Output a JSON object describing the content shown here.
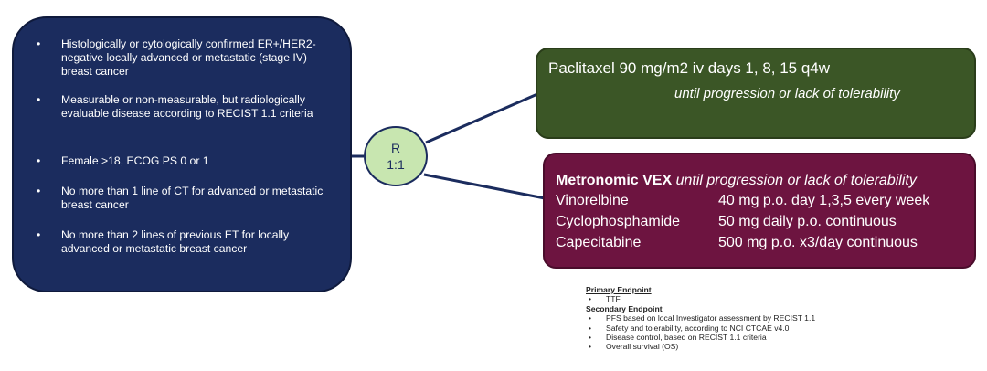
{
  "criteria": [
    "Histologically or cytologically confirmed ER+/HER2-negative locally advanced or metastatic (stage IV) breast cancer",
    "Measurable or non-measurable, but radiologically evaluable disease according to RECIST 1.1 criteria",
    "Female >18, ECOG PS 0 or 1",
    "No more than 1 line of CT for advanced or metastatic breast cancer",
    "No more than 2 lines of previous ET for locally advanced or metastatic breast cancer"
  ],
  "bullet": "•",
  "randomization": {
    "line1": "R",
    "line2": "1:1"
  },
  "arm_a": {
    "regimen": "Paclitaxel 90 mg/m2 iv days 1, 8, 15 q4w",
    "duration": "until progression or lack of tolerability"
  },
  "arm_b": {
    "title": "Metronomic VEX",
    "duration": "until progression or lack of tolerability",
    "drugs": [
      {
        "name": "Vinorelbine",
        "dose": "40 mg p.o. day 1,3,5 every week"
      },
      {
        "name": "Cyclophosphamide",
        "dose": "50 mg daily p.o. continuous"
      },
      {
        "name": "Capecitabine",
        "dose": "500 mg p.o. x3/day continuous"
      }
    ]
  },
  "endpoints": {
    "primary_heading": "Primary Endpoint",
    "primary": [
      "TTF"
    ],
    "secondary_heading": "Secondary Endpoint",
    "secondary": [
      "PFS based on local Investigator assessment by RECIST 1.1",
      "Safety and tolerability, according to NCI CTCAE v4.0",
      "Disease control, based on RECIST 1.1 criteria",
      "Overall survival (OS)"
    ]
  },
  "colors": {
    "criteria_box": "#1b2c5e",
    "randomization_circle": "#c8e6b0",
    "arm_a_box": "#3b5626",
    "arm_b_box": "#6d1440"
  }
}
